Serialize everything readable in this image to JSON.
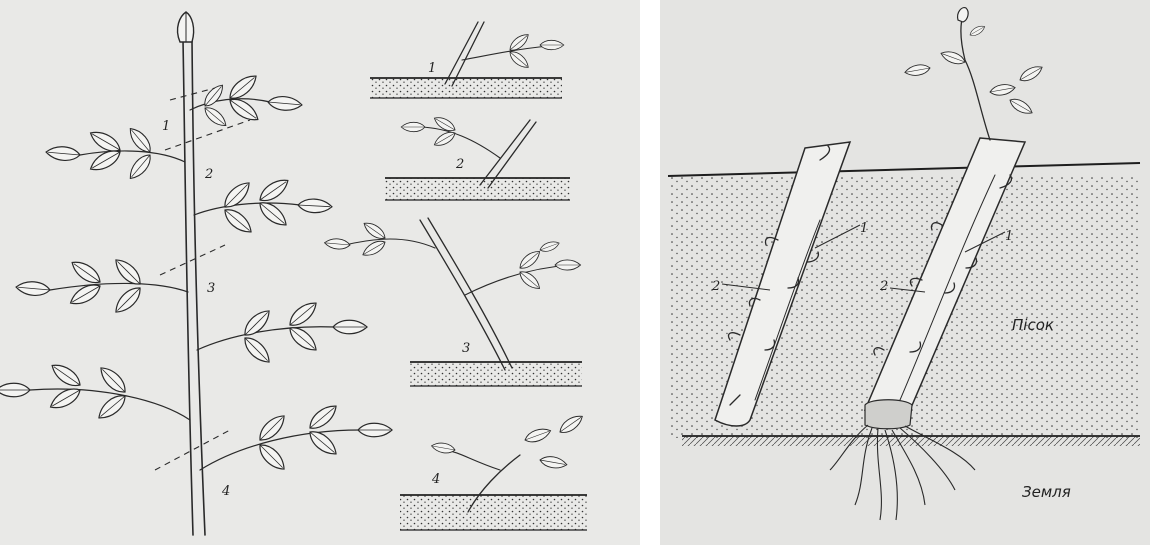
{
  "left_panel": {
    "stem_labels": [
      "1",
      "2",
      "3",
      "4"
    ],
    "cutting_labels": [
      "1",
      "2",
      "3",
      "4"
    ]
  },
  "right_panel": {
    "cutting_a_labels": [
      "1",
      "2"
    ],
    "cutting_b_labels": [
      "1",
      "2"
    ],
    "sand_label": "Пісок",
    "earth_label": "Земля"
  }
}
